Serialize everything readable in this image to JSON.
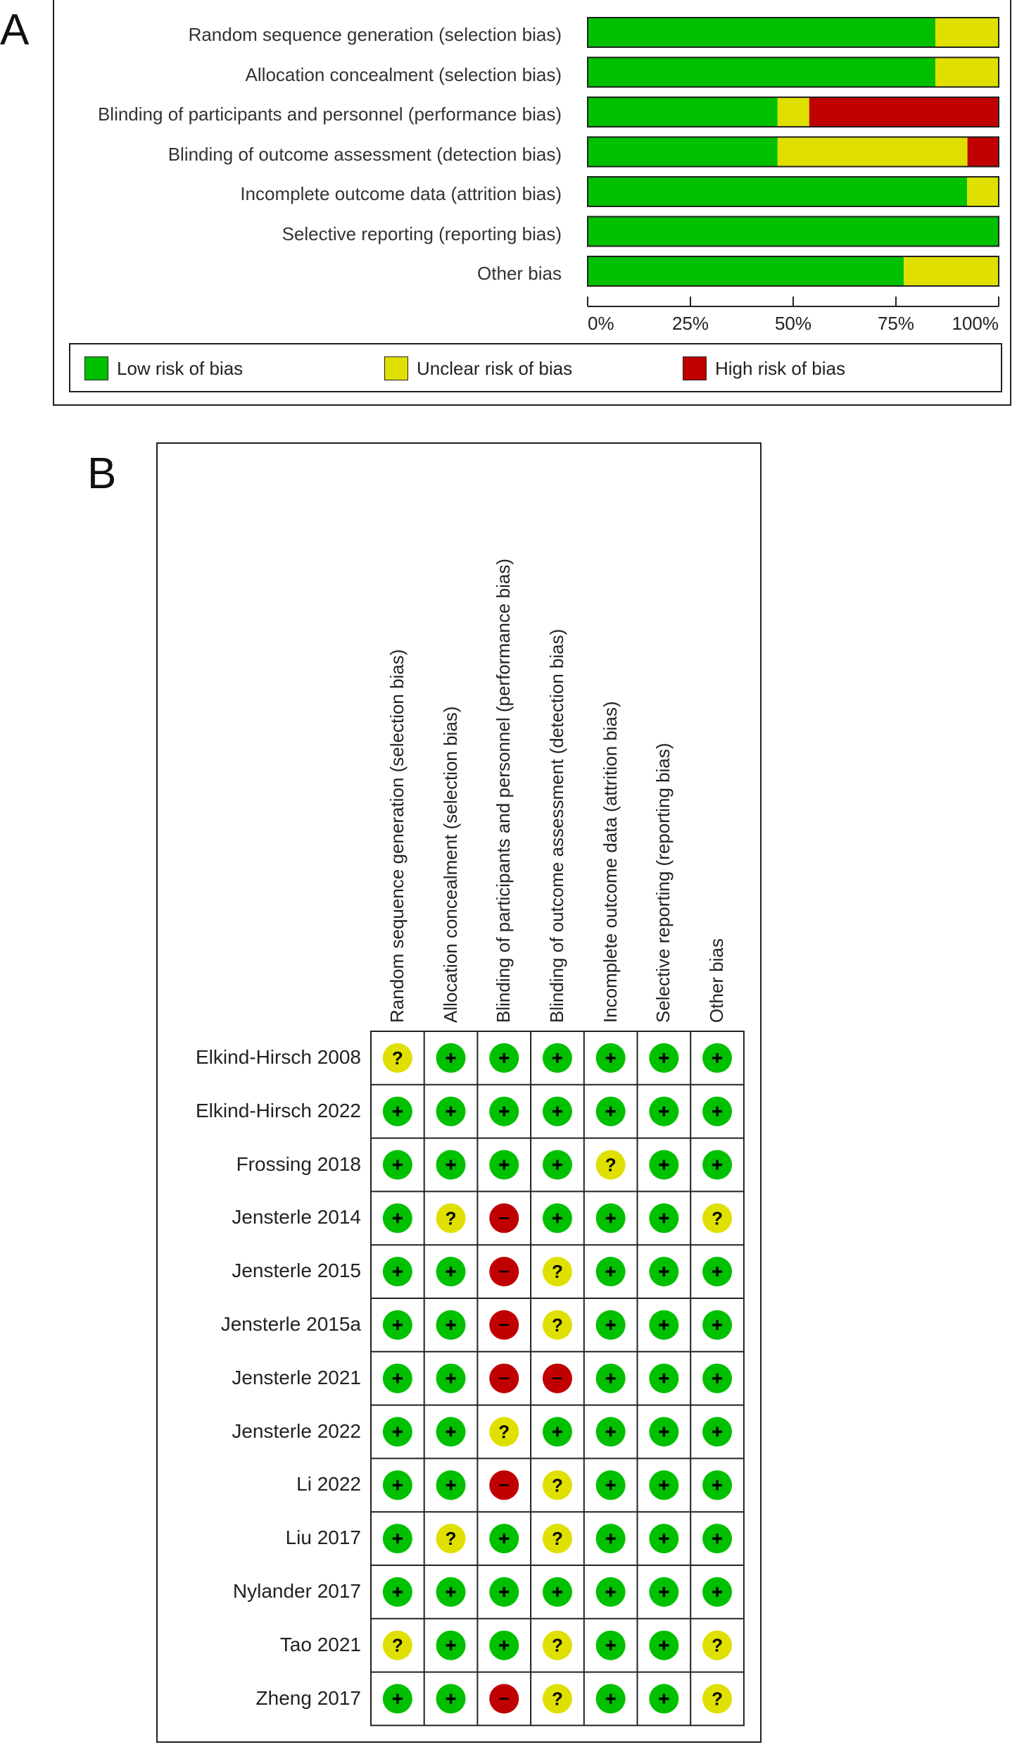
{
  "panel_a_letter": "A",
  "panel_b_letter": "B",
  "colors": {
    "low": "#00c000",
    "unclear": "#e0e000",
    "high": "#c00000",
    "outline": "#222222"
  },
  "chart_data": [
    {
      "type": "bar",
      "orientation": "horizontal",
      "stacked": true,
      "percent": true,
      "categories": [
        "Random sequence generation (selection bias)",
        "Allocation concealment (selection bias)",
        "Blinding of participants and personnel (performance bias)",
        "Blinding of outcome assessment (detection bias)",
        "Incomplete outcome data (attrition bias)",
        "Selective reporting (reporting bias)",
        "Other bias"
      ],
      "series": [
        {
          "name": "Low risk of bias",
          "values": [
            84.6,
            84.6,
            46.2,
            46.2,
            92.3,
            100,
            76.9
          ]
        },
        {
          "name": "Unclear risk of bias",
          "values": [
            15.4,
            15.4,
            7.7,
            46.2,
            7.7,
            0,
            23.1
          ]
        },
        {
          "name": "High risk of bias",
          "values": [
            0,
            0,
            46.2,
            7.7,
            0,
            0,
            0
          ]
        }
      ],
      "xlim": [
        0,
        100
      ],
      "xticks": [
        "0%",
        "25%",
        "50%",
        "75%",
        "100%"
      ],
      "legend_position": "bottom"
    },
    {
      "type": "table",
      "columns": [
        "Random sequence generation (selection bias)",
        "Allocation concealment (selection bias)",
        "Blinding of participants and personnel (performance bias)",
        "Blinding of outcome assessment (detection bias)",
        "Incomplete outcome data (attrition bias)",
        "Selective reporting (reporting bias)",
        "Other bias"
      ],
      "rows": [
        {
          "study": "Elkind-Hirsch 2008",
          "judgements": [
            "?",
            "+",
            "+",
            "+",
            "+",
            "+",
            "+"
          ]
        },
        {
          "study": "Elkind-Hirsch 2022",
          "judgements": [
            "+",
            "+",
            "+",
            "+",
            "+",
            "+",
            "+"
          ]
        },
        {
          "study": "Frossing 2018",
          "judgements": [
            "+",
            "+",
            "+",
            "+",
            "?",
            "+",
            "+"
          ]
        },
        {
          "study": "Jensterle 2014",
          "judgements": [
            "+",
            "?",
            "-",
            "+",
            "+",
            "+",
            "?"
          ]
        },
        {
          "study": "Jensterle 2015",
          "judgements": [
            "+",
            "+",
            "-",
            "?",
            "+",
            "+",
            "+"
          ]
        },
        {
          "study": "Jensterle 2015a",
          "judgements": [
            "+",
            "+",
            "-",
            "?",
            "+",
            "+",
            "+"
          ]
        },
        {
          "study": "Jensterle 2021",
          "judgements": [
            "+",
            "+",
            "-",
            "-",
            "+",
            "+",
            "+"
          ]
        },
        {
          "study": "Jensterle 2022",
          "judgements": [
            "+",
            "+",
            "?",
            "+",
            "+",
            "+",
            "+"
          ]
        },
        {
          "study": "Li 2022",
          "judgements": [
            "+",
            "+",
            "-",
            "?",
            "+",
            "+",
            "+"
          ]
        },
        {
          "study": "Liu 2017",
          "judgements": [
            "+",
            "?",
            "+",
            "?",
            "+",
            "+",
            "+"
          ]
        },
        {
          "study": "Nylander 2017",
          "judgements": [
            "+",
            "+",
            "+",
            "+",
            "+",
            "+",
            "+"
          ]
        },
        {
          "study": "Tao 2021",
          "judgements": [
            "?",
            "+",
            "+",
            "?",
            "+",
            "+",
            "?"
          ]
        },
        {
          "study": "Zheng 2017",
          "judgements": [
            "+",
            "+",
            "-",
            "?",
            "+",
            "+",
            "?"
          ]
        }
      ]
    }
  ]
}
